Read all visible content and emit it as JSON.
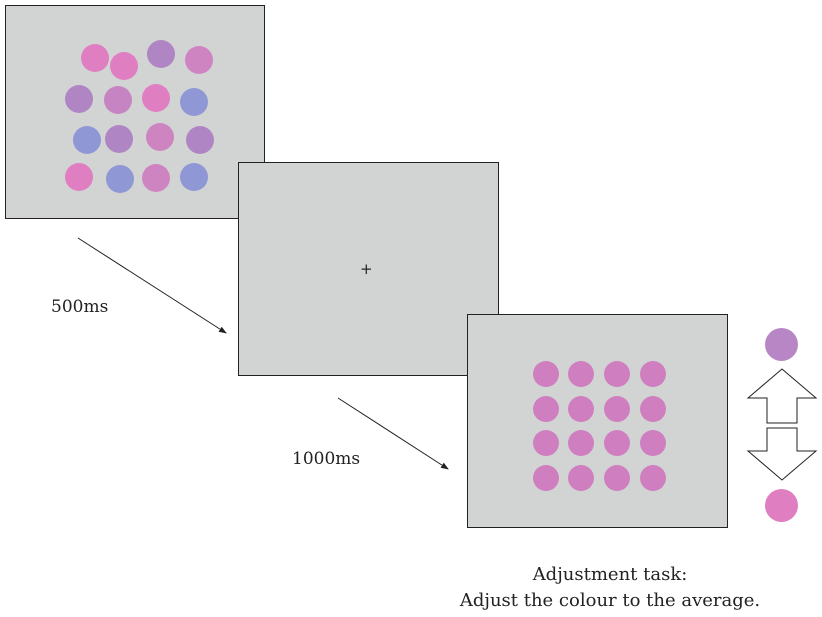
{
  "stimulus": {
    "dot_colors": [
      [
        "#e07ec2",
        "#e07ec2",
        "#b085c4",
        "#cf84c2"
      ],
      [
        "#b085c4",
        "#c684c2",
        "#e07ec2",
        "#8f97d4"
      ],
      [
        "#8f97d4",
        "#b085c4",
        "#cf84c2",
        "#b085c4"
      ],
      [
        "#e07ec2",
        "#8f97d4",
        "#cf84c2",
        "#8f97d4"
      ]
    ]
  },
  "fixation": {
    "symbol": "+"
  },
  "response_display": {
    "dot_color": "#cf7fc0"
  },
  "timings": {
    "first": "500ms",
    "second": "1000ms"
  },
  "adjust_controls": {
    "top_color": "#b886c4",
    "bottom_color": "#e07ec2",
    "up_icon": "arrow-up-icon",
    "down_icon": "arrow-down-icon"
  },
  "task": {
    "title": "Adjustment task:",
    "instruction": "Adjust the colour to the average."
  }
}
